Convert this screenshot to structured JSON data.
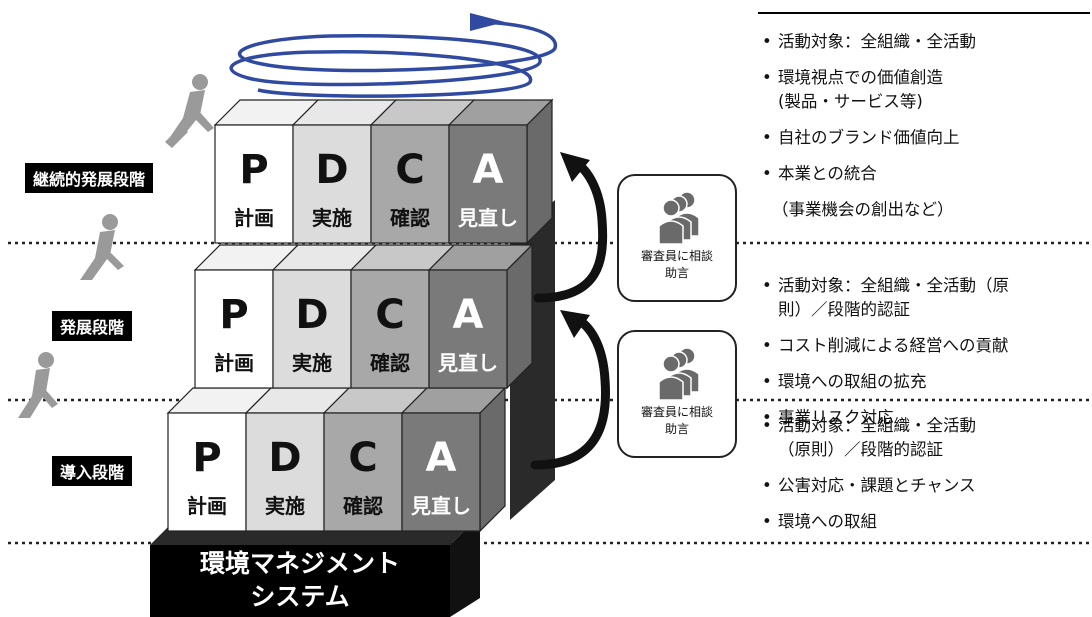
{
  "levels": [
    {
      "id": "continuous",
      "stage_label": "継続的発展段階",
      "blocks": [
        {
          "letter": "P",
          "word": "計画"
        },
        {
          "letter": "D",
          "word": "実施"
        },
        {
          "letter": "C",
          "word": "確認"
        },
        {
          "letter": "A",
          "word": "見直し"
        }
      ],
      "descriptions": [
        {
          "lines": [
            "活動対象：全組織・全活動"
          ],
          "bullet": true
        },
        {
          "lines": [
            "環境視点での価値創造",
            "(製品・サービス等)"
          ],
          "bullet": true
        },
        {
          "lines": [
            "自社のブランド価値向上"
          ],
          "bullet": true
        },
        {
          "lines": [
            "本業との統合"
          ],
          "bullet": true
        },
        {
          "lines": [
            "（事業機会の創出など）"
          ],
          "bullet": false
        }
      ]
    },
    {
      "id": "development",
      "stage_label": "発展段階",
      "blocks": [
        {
          "letter": "P",
          "word": "計画"
        },
        {
          "letter": "D",
          "word": "実施"
        },
        {
          "letter": "C",
          "word": "確認"
        },
        {
          "letter": "A",
          "word": "見直し"
        }
      ],
      "descriptions": [
        {
          "lines": [
            "活動対象：全組織・全活動（原",
            "則）／段階的認証"
          ],
          "bullet": true
        },
        {
          "lines": [
            "コスト削減による経営への貢献"
          ],
          "bullet": true
        },
        {
          "lines": [
            "環境への取組の拡充"
          ],
          "bullet": true
        },
        {
          "lines": [
            "事業リスク対応"
          ],
          "bullet": true
        }
      ]
    },
    {
      "id": "introduction",
      "stage_label": "導入段階",
      "blocks": [
        {
          "letter": "P",
          "word": "計画"
        },
        {
          "letter": "D",
          "word": "実施"
        },
        {
          "letter": "C",
          "word": "確認"
        },
        {
          "letter": "A",
          "word": "見直し"
        }
      ],
      "descriptions": [
        {
          "lines": [
            "活動対象：全組織・全活動",
            "（原則）／段階的認証"
          ],
          "bullet": true
        },
        {
          "lines": [
            "公害対応・課題とチャンス"
          ],
          "bullet": true
        },
        {
          "lines": [
            "環境への取組"
          ],
          "bullet": true
        }
      ]
    }
  ],
  "consult_box": {
    "line1": "審査員に相談",
    "line2": "助言",
    "icon": "people-group-icon"
  },
  "base": {
    "line1": "環境マネジメント",
    "line2": "システム"
  },
  "colors": {
    "p_face": "#ffffff",
    "d_face": "#dcdcdc",
    "c_face": "#a8a8a8",
    "a_face": "#7a7a7a",
    "spiral": "#2f4aa0",
    "base": "#000000"
  }
}
